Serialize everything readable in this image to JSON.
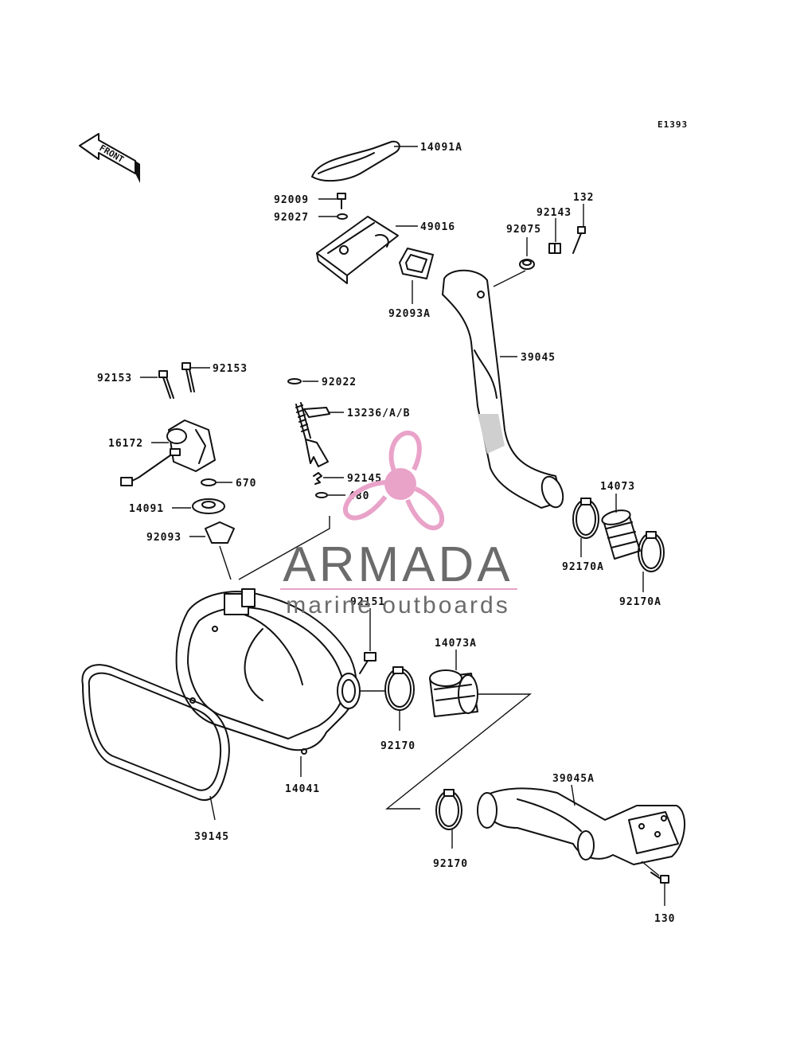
{
  "diagram_id": "E1393",
  "front_label": "FRONT",
  "watermark": {
    "brand": "ARMADA",
    "tagline": "marine outboards",
    "color": "#e9a3c9",
    "text_color": "#6b6b6b"
  },
  "labels": {
    "p14091A": "14091A",
    "p92009": "92009",
    "p92027": "92027",
    "p49016": "49016",
    "p92093A": "92093A",
    "p132": "132",
    "p92143": "92143",
    "p92075": "92075",
    "p39045": "39045",
    "p92153_left": "92153",
    "p92153_right": "92153",
    "p16172": "16172",
    "p670": "670",
    "p14091": "14091",
    "p92093": "92093",
    "p92022": "92022",
    "p13236": "13236/A/B",
    "p92145": "92145",
    "p480": "480",
    "p14073": "14073",
    "p92170A_1": "92170A",
    "p92170A_2": "92170A",
    "p92151": "92151",
    "p14073A": "14073A",
    "p92170_1": "92170",
    "p14041": "14041",
    "p39145": "39145",
    "p39045A": "39045A",
    "p92170_2": "92170",
    "p130": "130"
  }
}
